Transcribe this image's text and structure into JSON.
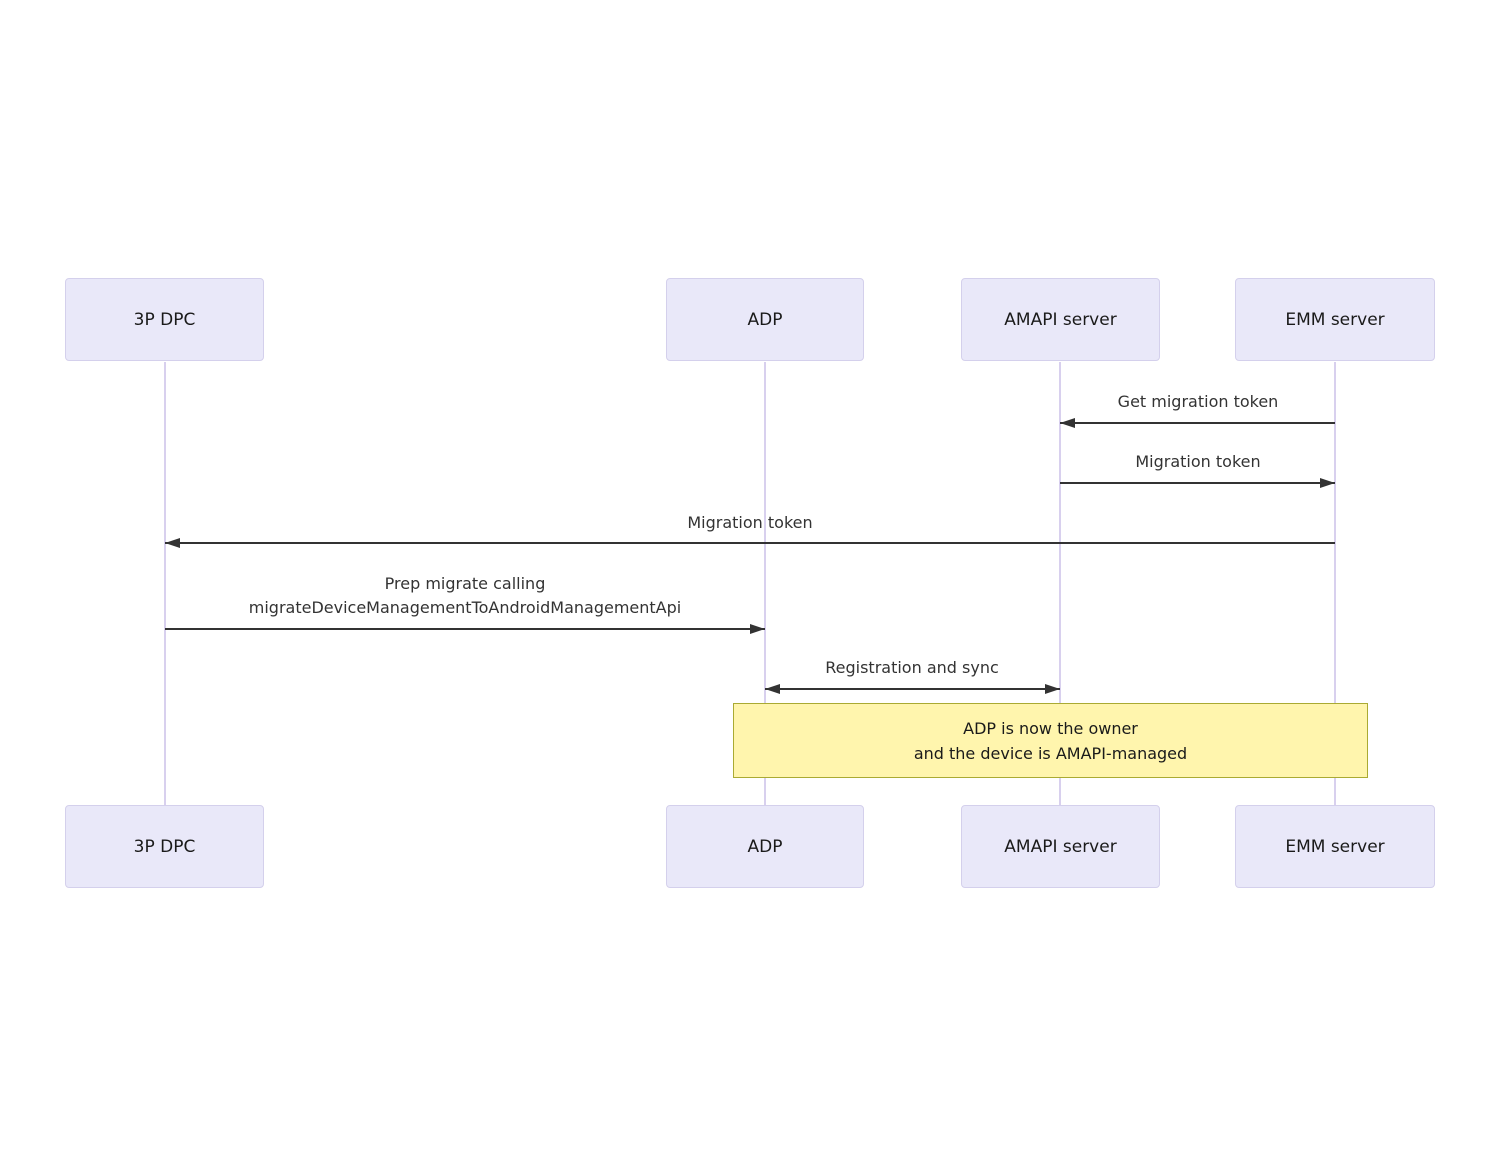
{
  "diagram": {
    "type": "sequence-diagram",
    "actors": [
      {
        "id": "3p-dpc",
        "label": "3P DPC"
      },
      {
        "id": "adp",
        "label": "ADP"
      },
      {
        "id": "amapi-server",
        "label": "AMAPI server"
      },
      {
        "id": "emm-server",
        "label": "EMM server"
      }
    ],
    "messages": [
      {
        "label": "Get migration token",
        "from": "emm-server",
        "to": "amapi-server",
        "direction": "right-to-left"
      },
      {
        "label": "Migration token",
        "from": "amapi-server",
        "to": "emm-server",
        "direction": "left-to-right"
      },
      {
        "label": "Migration token",
        "from": "emm-server",
        "to": "3p-dpc",
        "direction": "right-to-left"
      },
      {
        "label_lines": [
          "Prep migrate calling",
          "migrateDeviceManagementToAndroidManagementApi"
        ],
        "from": "3p-dpc",
        "to": "adp",
        "direction": "left-to-right"
      },
      {
        "label": "Registration and sync",
        "from": "adp",
        "to": "amapi-server",
        "direction": "bidirectional"
      }
    ],
    "note": {
      "lines": [
        "ADP is now the owner",
        "and the device is AMAPI-managed"
      ],
      "over": [
        "adp",
        "emm-server"
      ]
    },
    "colors": {
      "actor_fill": "#e9e8f9",
      "actor_border": "#d4d0ec",
      "lifeline": "#d8d0ee",
      "arrow": "#333333",
      "message_text": "#333333",
      "note_fill": "#fff5ad",
      "note_border": "#aaaa33",
      "background": "#ffffff"
    }
  }
}
